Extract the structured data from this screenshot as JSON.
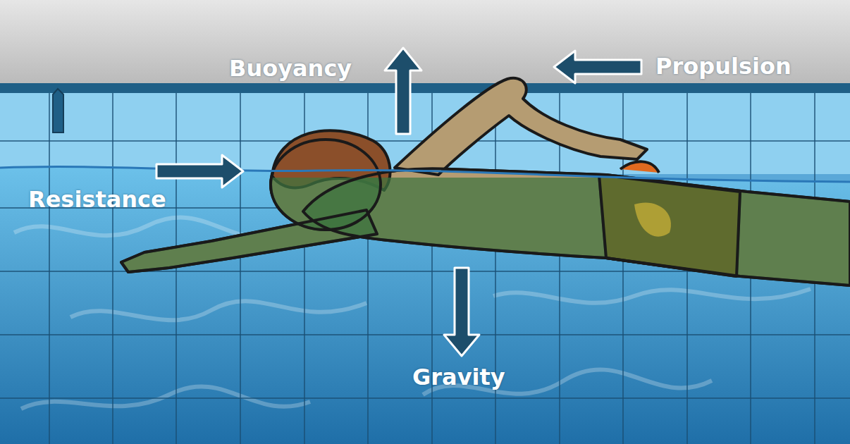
{
  "diagram": {
    "labels": [
      "Buoyancy",
      "Propulsion",
      "Resistance",
      "Gravity"
    ]
  }
}
